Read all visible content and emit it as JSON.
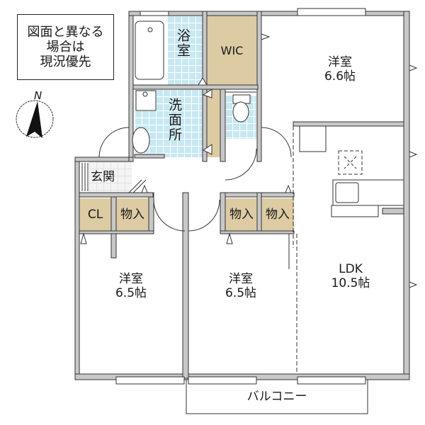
{
  "notice": {
    "lines": [
      "図面と異なる",
      "場合は",
      "現況優先"
    ]
  },
  "compass": {
    "label": "N",
    "icon": "north-arrow-icon"
  },
  "rooms": {
    "bath": {
      "label": "浴室"
    },
    "wic": {
      "label": "WIC"
    },
    "western_ne": {
      "label": "洋室",
      "size": "6.6帖"
    },
    "washroom": {
      "label": "洗面所"
    },
    "toilet": {
      "label": ""
    },
    "entrance": {
      "label": "玄関"
    },
    "cl": {
      "label": "CL"
    },
    "storage1": {
      "label": "物入"
    },
    "storage2": {
      "label": "物入"
    },
    "storage3": {
      "label": "物入"
    },
    "western_sw": {
      "label": "洋室",
      "size": "6.5帖"
    },
    "western_s": {
      "label": "洋室",
      "size": "6.5帖"
    },
    "ldk": {
      "label": "LDK",
      "size": "10.5帖"
    },
    "balcony": {
      "label": "バルコニー"
    }
  },
  "colors": {
    "wall": "#c8c8c8",
    "wall_line": "#333333",
    "tile": "#c7e8f2",
    "closet": "#dccba3"
  }
}
